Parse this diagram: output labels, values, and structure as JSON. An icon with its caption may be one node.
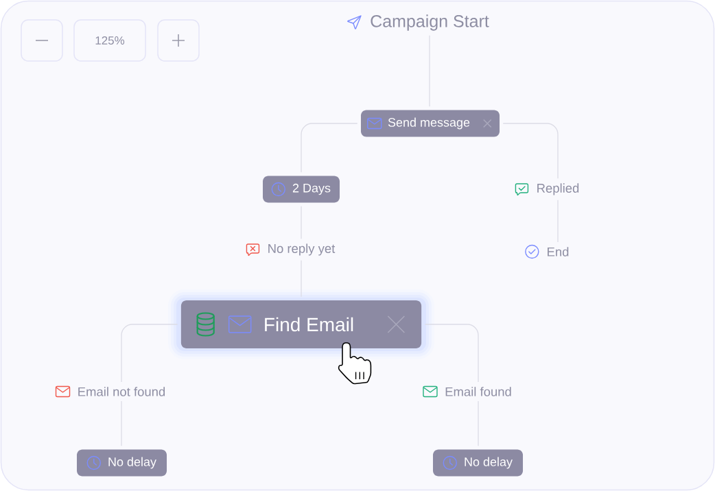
{
  "diagram": {
    "nodes": [
      {
        "text": [
          "Campaign Start"
        ]
      },
      {
        "text": [
          "Send message"
        ]
      },
      {
        "text": [
          "2 Days"
        ]
      },
      {
        "text": [
          "Replied"
        ]
      },
      {
        "text": [
          "No reply yet"
        ]
      },
      {
        "text": [
          "End"
        ]
      },
      {
        "text": [
          "Find Email"
        ]
      },
      {
        "text": [
          "Email not found"
        ]
      },
      {
        "text": [
          "Email found"
        ]
      },
      {
        "text": [
          "No delay"
        ]
      },
      {
        "text": [
          "No delay"
        ]
      }
    ],
    "edges": [
      {
        "from": 0,
        "to": 1,
        "arrow": "none"
      },
      {
        "from": 1,
        "to": 2,
        "arrow": "none"
      },
      {
        "from": 1,
        "to": 3,
        "arrow": "none"
      },
      {
        "from": 2,
        "to": 4,
        "arrow": "none"
      },
      {
        "from": 3,
        "to": 5,
        "arrow": "none"
      },
      {
        "from": 4,
        "to": 6,
        "arrow": "none"
      },
      {
        "from": 6,
        "to": 7,
        "arrow": "none"
      },
      {
        "from": 6,
        "to": 8,
        "arrow": "none"
      },
      {
        "from": 7,
        "to": 9,
        "arrow": "none"
      },
      {
        "from": 8,
        "to": 10,
        "arrow": "none"
      }
    ],
    "labels": [
      "125%"
    ]
  }
}
